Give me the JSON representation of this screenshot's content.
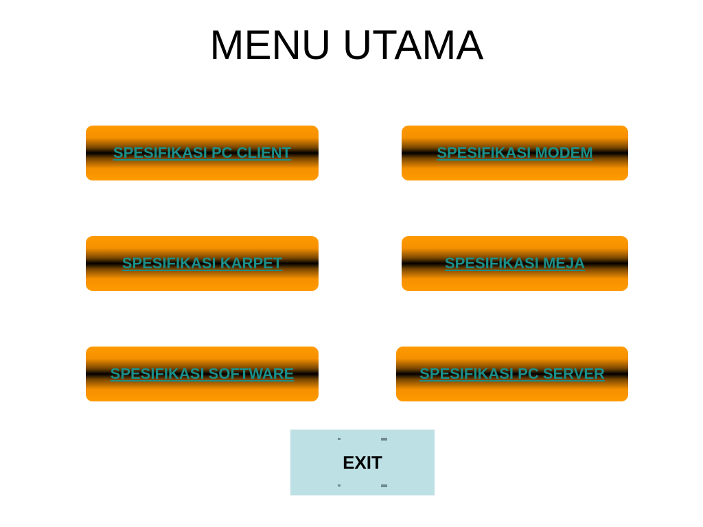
{
  "page": {
    "title": "MENU UTAMA"
  },
  "menu": {
    "items": [
      {
        "id": "pc_client",
        "label": "SPESIFIKASI PC CLIENT"
      },
      {
        "id": "modem",
        "label": "SPESIFIKASI MODEM"
      },
      {
        "id": "karpet",
        "label": "SPESIFIKASI KARPET"
      },
      {
        "id": "meja",
        "label": "SPESIFIKASI MEJA"
      },
      {
        "id": "software",
        "label": "SPESIFIKASI SOFTWARE"
      },
      {
        "id": "pc_server",
        "label": "SPESIFIKASI PC SERVER"
      }
    ]
  },
  "exit": {
    "label": "EXIT"
  },
  "colors": {
    "button_orange": "#ff9a00",
    "button_center": "#000000",
    "link_text": "#1a8f8a",
    "exit_background": "#bde0e4"
  }
}
